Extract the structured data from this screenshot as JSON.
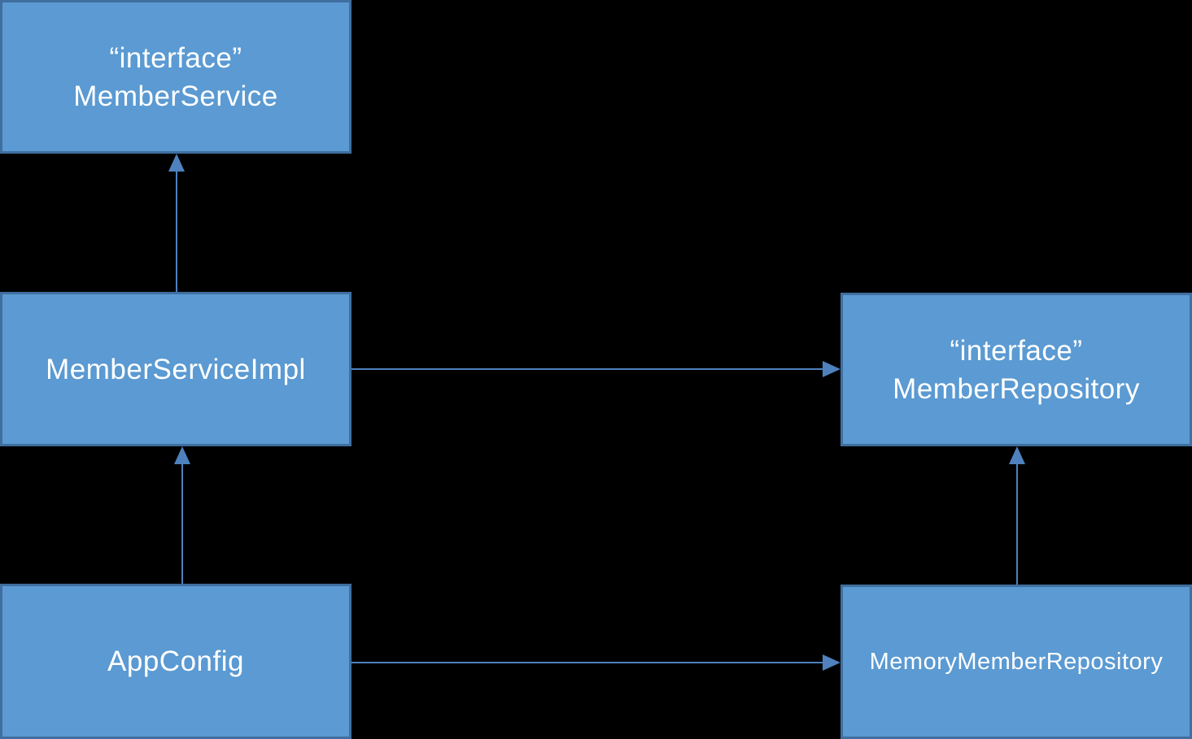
{
  "diagram": {
    "title": "Spring member service class dependency diagram",
    "background": "#000000"
  },
  "colors": {
    "node-fill": "#5b9ad2",
    "node-border": "#3f6e9f",
    "arrow": "#4e81bd",
    "text": "#ffffff"
  },
  "nodes": {
    "member_service": {
      "line1": "“interface”",
      "line2": "MemberService"
    },
    "member_service_impl": {
      "line1": "MemberServiceImpl"
    },
    "app_config": {
      "line1": "AppConfig"
    },
    "member_repository": {
      "line1": "“interface”",
      "line2": "MemberRepository"
    },
    "memory_member_repository": {
      "line1": "MemoryMemberRepository"
    }
  },
  "edges": [
    {
      "id": "impl-to-service",
      "from": "MemberServiceImpl",
      "to": "MemberService",
      "style": "solid-arrow-up"
    },
    {
      "id": "appconfig-to-impl",
      "from": "AppConfig",
      "to": "MemberServiceImpl",
      "style": "solid-arrow-up"
    },
    {
      "id": "impl-to-repository",
      "from": "MemberServiceImpl",
      "to": "MemberRepository",
      "style": "solid-arrow-right"
    },
    {
      "id": "appconfig-to-memoryrepo",
      "from": "AppConfig",
      "to": "MemoryMemberRepository",
      "style": "solid-arrow-right"
    },
    {
      "id": "memoryrepo-to-repository",
      "from": "MemoryMemberRepository",
      "to": "MemberRepository",
      "style": "solid-arrow-up"
    }
  ]
}
